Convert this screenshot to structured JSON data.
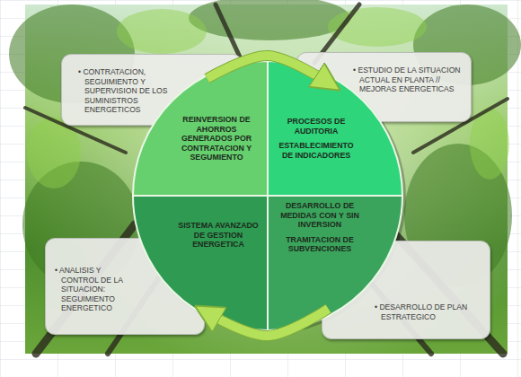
{
  "diagram": {
    "nodes": [
      {
        "text": [
          "• CONTRATACION, SEGUIMIENTO Y SUPERVISION DE LOS SUMINISTROS ENERGETICOS"
        ]
      },
      {
        "text": [
          "• ESTUDIO DE LA SITUACION ACTUAL EN PLANTA // MEJORAS ENERGETICAS"
        ]
      },
      {
        "text": [
          "REINVERSION DE AHORROS GENERADOS POR CONTRATACION Y SEGUMIENTO"
        ]
      },
      {
        "text": [
          "PROCESOS DE AUDITORIA",
          "ESTABLECIMIENTO DE INDICADORES"
        ]
      },
      {
        "text": [
          "SISTEMA AVANZADO DE GESTION ENERGETICA"
        ]
      },
      {
        "text": [
          "DESARROLLO DE MEDIDAS CON Y SIN INVERSION",
          "TRAMITACION DE SUBVENCIONES"
        ]
      },
      {
        "text": [
          "• ANALISIS Y CONTROL DE LA SITUACION: SEGUIMIENTO ENERGETICO"
        ]
      },
      {
        "text": [
          "• DESARROLLO DE PLAN ESTRATEGICO"
        ]
      }
    ],
    "edges": [
      {
        "from": 2,
        "to": 3,
        "arrow": "to"
      },
      {
        "from": 5,
        "to": 4,
        "arrow": "to"
      }
    ]
  }
}
